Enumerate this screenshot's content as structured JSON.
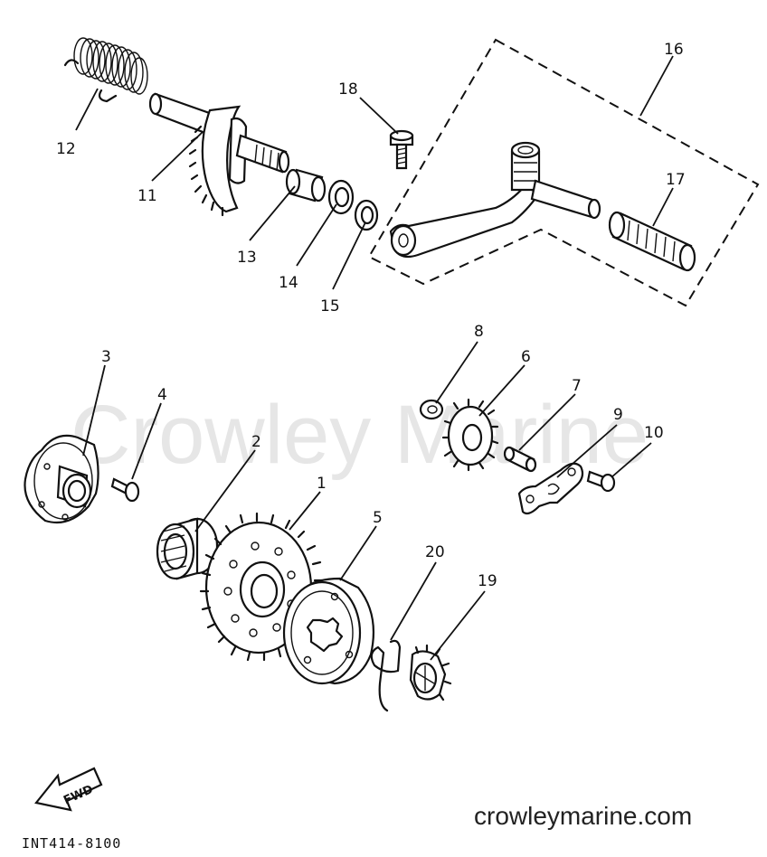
{
  "watermark": "Crowley Marine",
  "site": "crowleymarine.com",
  "code": "INT414-8100",
  "fwd": "FWD",
  "callouts": {
    "c1": "1",
    "c2": "2",
    "c3": "3",
    "c4": "4",
    "c5": "5",
    "c6": "6",
    "c7": "7",
    "c8": "8",
    "c9": "9",
    "c10": "10",
    "c11": "11",
    "c12": "12",
    "c13": "13",
    "c14": "14",
    "c15": "15",
    "c16": "16",
    "c17": "17",
    "c18": "18",
    "c19": "19",
    "c20": "20"
  }
}
